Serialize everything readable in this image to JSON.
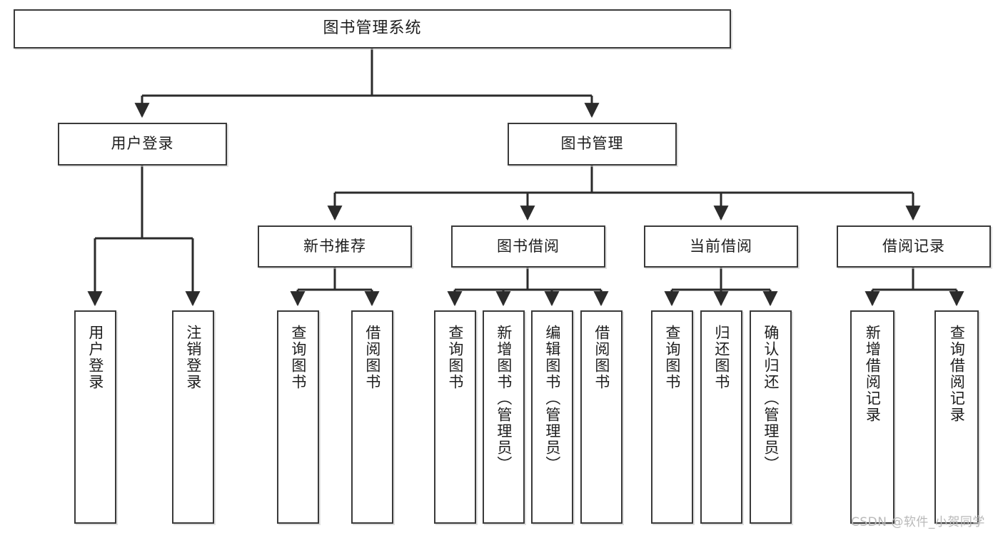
{
  "diagram": {
    "title": "图书管理系统",
    "type": "functional-structure-tree",
    "watermark": "CSDN @软件_小贺同学",
    "colors": {
      "background": "#ffffff",
      "box_border": "#3a3a3a",
      "box_fill": "#ffffff",
      "connector": "#2b2b2b",
      "watermark": "#b9b9b9"
    }
  },
  "nodes": {
    "root": {
      "label": "图书管理系统"
    },
    "level2": [
      {
        "label": "用户登录"
      },
      {
        "label": "图书管理"
      }
    ],
    "level3": [
      {
        "label": "新书推荐"
      },
      {
        "label": "图书借阅"
      },
      {
        "label": "当前借阅"
      },
      {
        "label": "借阅记录"
      }
    ],
    "leaves": {
      "user_login": [
        {
          "label": "用户登录"
        },
        {
          "label": "注销登录"
        }
      ],
      "new_book_recommend": [
        {
          "label": "查询图书"
        },
        {
          "label": "借阅图书"
        }
      ],
      "book_borrow": [
        {
          "label": "查询图书"
        },
        {
          "label": "新增图书（管理员）"
        },
        {
          "label": "编辑图书（管理员）"
        },
        {
          "label": "借阅图书"
        }
      ],
      "current_borrow": [
        {
          "label": "查询图书"
        },
        {
          "label": "归还图书"
        },
        {
          "label": "确认归还（管理员）"
        }
      ],
      "borrow_record": [
        {
          "label": "新增借阅记录"
        },
        {
          "label": "查询借阅记录"
        }
      ]
    }
  }
}
